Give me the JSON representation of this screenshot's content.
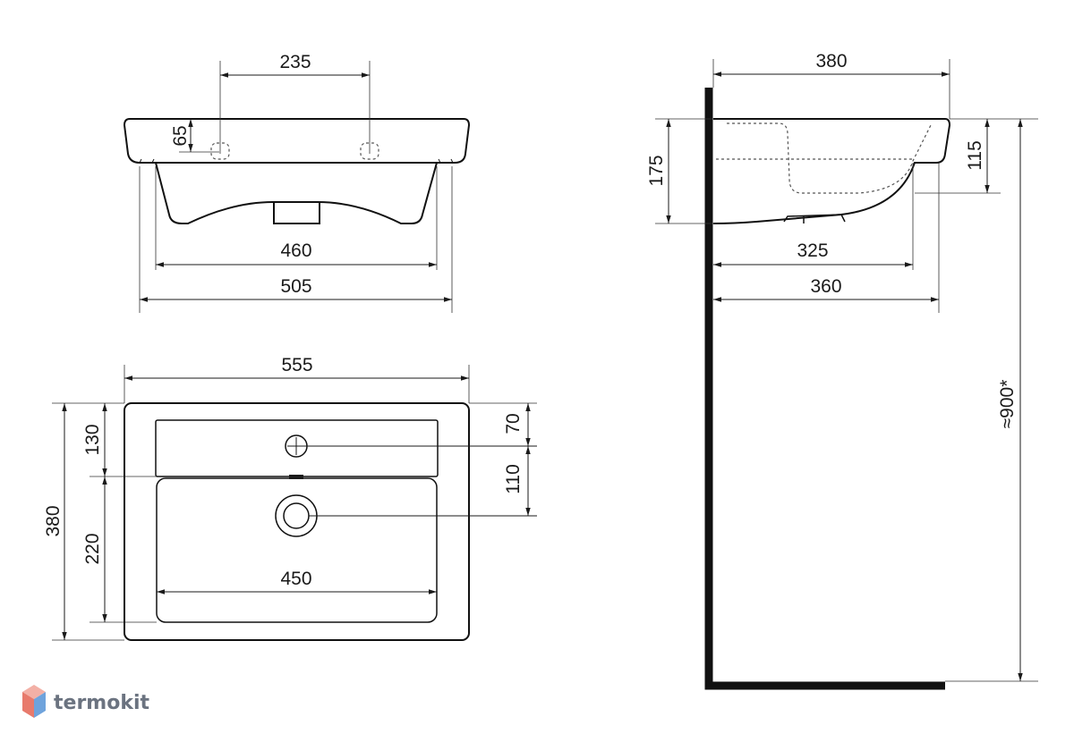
{
  "drawing": {
    "front": {
      "tap_spacing": "235",
      "tap_height": "65",
      "pedestal_width": "460",
      "base_width": "505"
    },
    "top": {
      "overall_width": "555",
      "overall_depth": "380",
      "deck_depth": "130",
      "bowl_depth": "220",
      "tap_offset": "70",
      "drain_offset": "110",
      "bowl_width": "450"
    },
    "side": {
      "depth": "380",
      "height": "175",
      "rim_height": "115",
      "drain_distance": "325",
      "bowl_distance": "360",
      "mount_height": "≈900*"
    }
  },
  "brand": {
    "name": "termokit",
    "color": "#6b7380"
  }
}
